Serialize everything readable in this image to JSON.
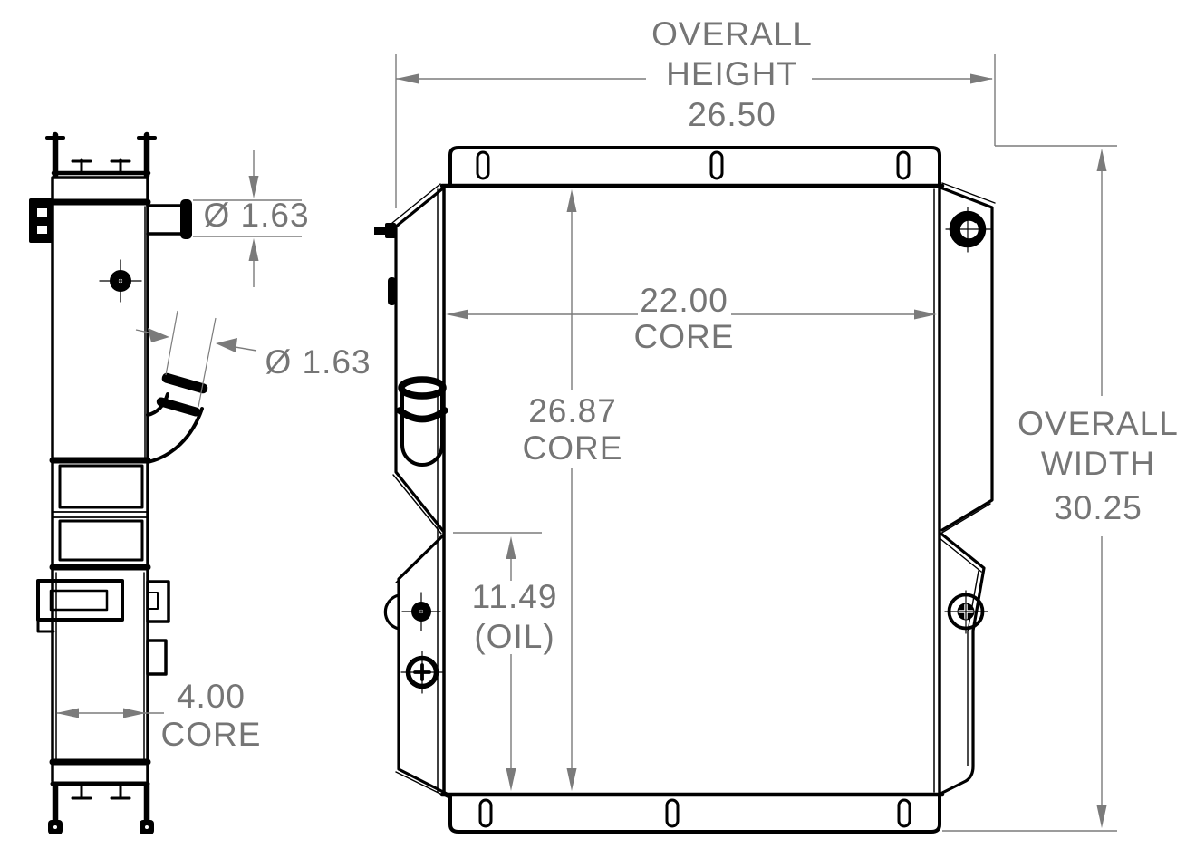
{
  "drawing": {
    "type": "technical-dimensional-drawing",
    "subject": "radiator with oil cooler",
    "views": {
      "side_view": "side profile (left)",
      "front_view": "front elevation (right)"
    },
    "colors": {
      "linework": "#000000",
      "dimension_lines": "#7b7b7b",
      "dimension_text": "#757575",
      "background": "#ffffff"
    },
    "dimensions": {
      "overall_height": {
        "line1": "OVERALL",
        "line2": "HEIGHT",
        "value": "26.50"
      },
      "overall_width": {
        "line1": "OVERALL",
        "line2": "WIDTH",
        "value": "30.25"
      },
      "core_width": {
        "value": "22.00",
        "label": "CORE"
      },
      "core_height": {
        "value": "26.87",
        "label": "CORE"
      },
      "oil_cooler_height": {
        "value": "11.49",
        "label": "(OIL)"
      },
      "core_depth": {
        "value": "4.00",
        "label": "CORE"
      },
      "upper_port_diameter": {
        "value": "Ø 1.63"
      },
      "angled_port_diameter": {
        "value": "Ø 1.63"
      }
    }
  }
}
